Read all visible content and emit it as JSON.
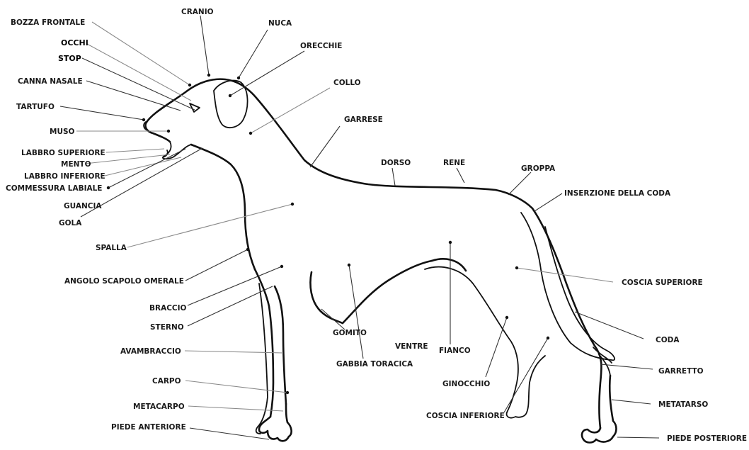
{
  "labels": {
    "bozza_frontale": "BOZZA FRONTALE",
    "cranio": "CRANIO",
    "nuca": "NUCA",
    "orecchie": "ORECCHIE",
    "occhi": "OCCHI",
    "stop": "STOP",
    "canna_nasale": "CANNA NASALE",
    "collo": "COLLO",
    "tartufo": "TARTUFO",
    "garrese": "GARRESE",
    "muso": "MUSO",
    "labbro_superiore": "LABBRO SUPERIORE",
    "mento": "MENTO",
    "dorso": "DORSO",
    "rene": "RENE",
    "labbro_inferiore": "LABBRO INFERIORE",
    "commessura_labiale": "COMMESSURA LABIALE",
    "groppa": "GROPPA",
    "inserzione_coda": "INSERZIONE DELLA CODA",
    "guancia": "GUANCIA",
    "gola": "GOLA",
    "spalla": "SPALLA",
    "angolo_scapolo_omerale": "ANGOLO SCAPOLO OMERALE",
    "coscia_superiore": "COSCIA SUPERIORE",
    "braccio": "BRACCIO",
    "sterno": "STERNO",
    "gomito": "GOMITO",
    "coda": "CODA",
    "ventre": "VENTRE",
    "fianco": "FIANCO",
    "avambraccio": "AVAMBRACCIO",
    "gabbia_toracica": "GABBIA TORACICA",
    "garretto": "GARRETTO",
    "ginocchio": "GINOCCHIO",
    "carpo": "CARPO",
    "metatarso": "METATARSO",
    "metacarpo": "METACARPO",
    "coscia_inferiore": "COSCIA INFERIORE",
    "piede_anteriore": "PIEDE ANTERIORE",
    "piede_posteriore": "PIEDE POSTERIORE"
  }
}
